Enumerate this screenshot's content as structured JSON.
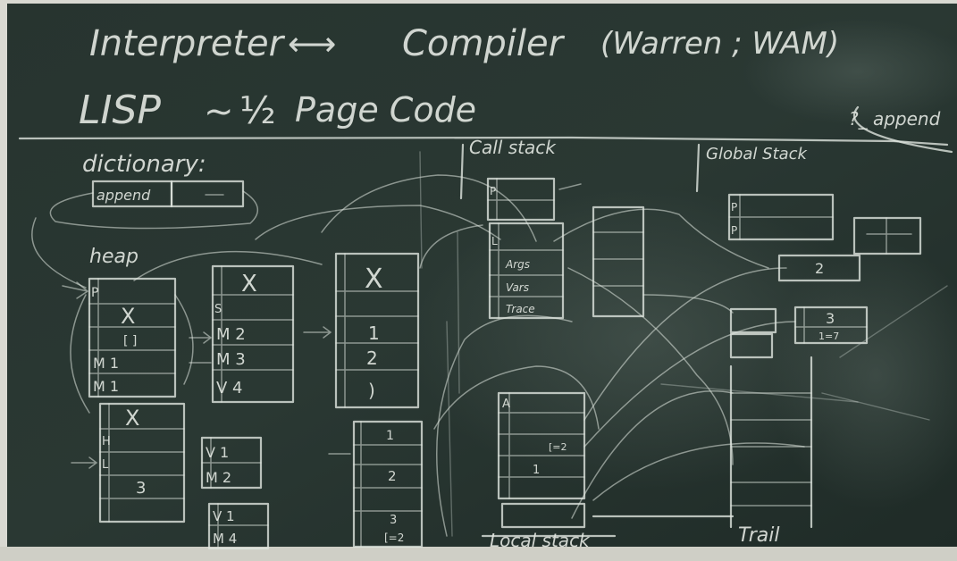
{
  "board": {
    "colors": {
      "slate": "#26332e",
      "chalk": "#e8ece6",
      "frame": "#d9d9d2"
    },
    "headline": {
      "interpreter": "Interpreter",
      "arrow": "⟷",
      "compiler": "Compiler",
      "warren": "(Warren ; WAM)"
    },
    "lisp_line": {
      "lisp": "LISP",
      "approx": "~",
      "half": "½",
      "page_code": "Page Code"
    },
    "append_query": "?_ append",
    "dictionary": {
      "label": "dictionary:",
      "entry": "append"
    },
    "heap_label": "heap",
    "call_stack_label": "Call stack",
    "global_stack_label": "Global Stack",
    "local_stack_label": "Local stack",
    "trail_label": "Trail",
    "heap_cells": {
      "col1_top": [
        "P",
        "X",
        "[ ]",
        "M 1",
        "M 1"
      ],
      "col1_bottom": [
        "X",
        "H",
        "L",
        "3"
      ],
      "col2_top": [
        "X",
        "S",
        "M 2",
        "M 3",
        "V 4"
      ],
      "col2_pairs": [
        "V 1",
        "M 2"
      ],
      "col2_pairs2": [
        "V 1",
        "M 4"
      ],
      "col3_top": [
        "X",
        "",
        "1",
        "2",
        ")"
      ],
      "col3_bottom": [
        "1",
        "",
        "2",
        "3",
        "[=2"
      ]
    },
    "call_stack_cells": [
      "P",
      "",
      "L",
      "Args",
      "Vars",
      "Trace"
    ],
    "local_stack_cells": [
      "A",
      "",
      "",
      "[=2",
      "1"
    ],
    "global_stack_cells": [
      "P",
      "P"
    ],
    "global_numbers": [
      "2",
      "3",
      "1=7"
    ]
  }
}
